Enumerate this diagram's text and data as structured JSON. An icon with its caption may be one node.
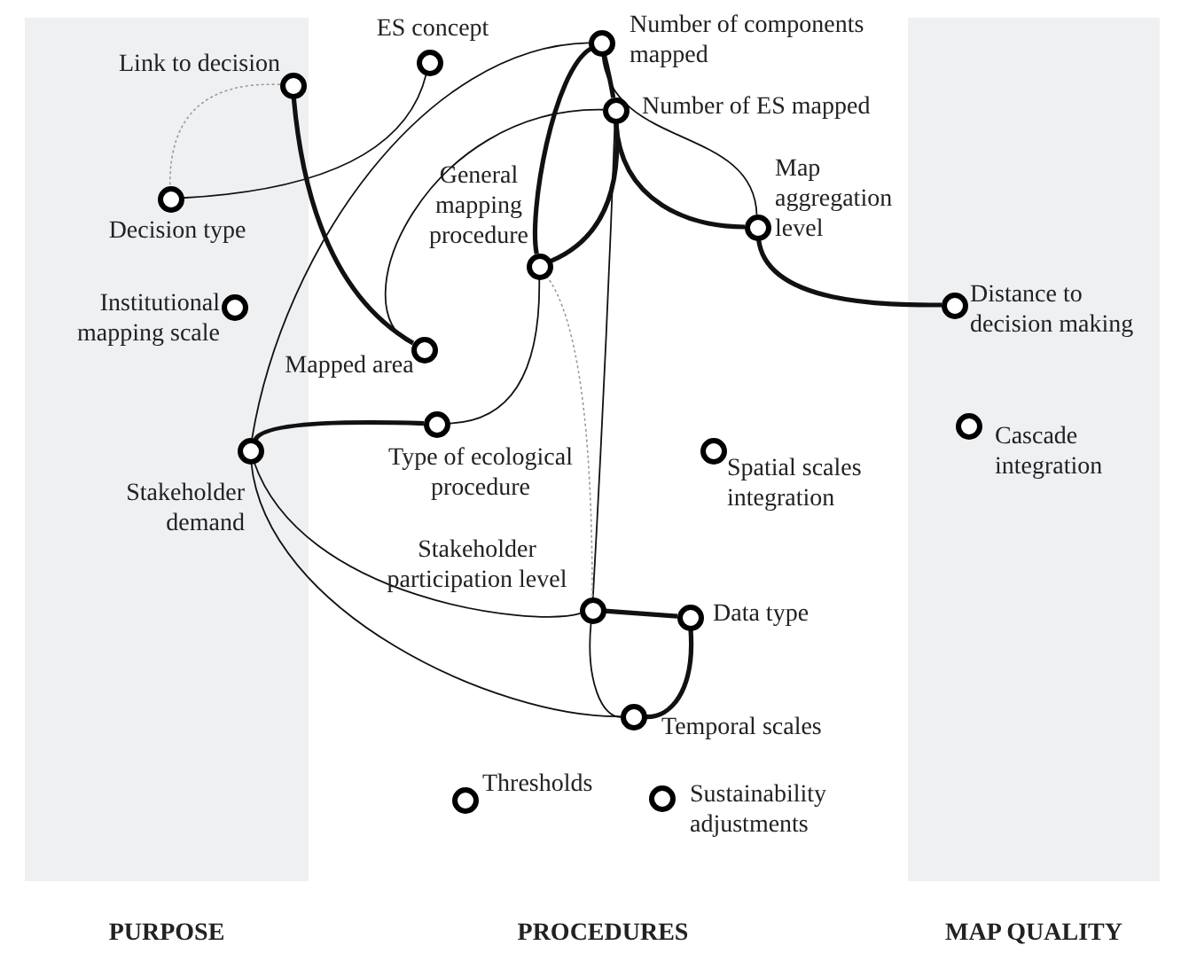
{
  "diagram": {
    "nodes": [
      {
        "text": [
          "PURPOSE"
        ]
      },
      {
        "text": [
          "Link to decision"
        ],
        "in": 0
      },
      {
        "text": [
          "Decision type"
        ],
        "in": 0
      },
      {
        "text": [
          "Institutional mapping scale"
        ],
        "in": 0
      },
      {
        "text": [
          "Stakeholder demand"
        ],
        "in": 0
      },
      {
        "text": [
          "ES concept"
        ]
      },
      {
        "text": [
          "Number of components mapped"
        ]
      },
      {
        "text": [
          "Number of ES mapped"
        ]
      },
      {
        "text": [
          "General mapping procedure"
        ]
      },
      {
        "text": [
          "Mapped area"
        ]
      },
      {
        "text": [
          "Map aggregation level"
        ]
      },
      {
        "text": [
          "Type of ecological procedure"
        ]
      },
      {
        "text": [
          "Spatial scales integration"
        ]
      },
      {
        "text": [
          "Stakeholder participation level"
        ]
      },
      {
        "text": [
          "Data type"
        ]
      },
      {
        "text": [
          "Temporal scales"
        ]
      },
      {
        "text": [
          "Thresholds"
        ]
      },
      {
        "text": [
          "Sustainability adjustments"
        ]
      },
      {
        "text": [
          "MAP QUALITY"
        ]
      },
      {
        "text": [
          "Distance to decision making"
        ],
        "in": 18
      },
      {
        "text": [
          "Cascade integration"
        ],
        "in": 18
      }
    ],
    "edges": [
      {
        "from": 1,
        "to": 2,
        "arrow": "none",
        "style": "dashed",
        "color": "#9a9a9a"
      },
      {
        "from": 1,
        "to": 9,
        "arrow": "none",
        "style": "thick"
      },
      {
        "from": 5,
        "to": 2,
        "arrow": "none"
      },
      {
        "from": 6,
        "to": 4,
        "arrow": "none"
      },
      {
        "from": 6,
        "to": 8,
        "arrow": "none",
        "style": "thick"
      },
      {
        "from": 6,
        "to": 7,
        "arrow": "none",
        "style": "thick"
      },
      {
        "from": 6,
        "to": 10,
        "arrow": "none"
      },
      {
        "from": 7,
        "to": 9,
        "arrow": "none"
      },
      {
        "from": 7,
        "to": 8,
        "arrow": "none",
        "style": "thick"
      },
      {
        "from": 7,
        "to": 10,
        "arrow": "none",
        "style": "thick"
      },
      {
        "from": 7,
        "to": 13,
        "arrow": "none"
      },
      {
        "from": 10,
        "to": 19,
        "arrow": "none",
        "style": "thick"
      },
      {
        "from": 8,
        "to": 11,
        "arrow": "none"
      },
      {
        "from": 8,
        "to": 13,
        "arrow": "none",
        "style": "dashed",
        "color": "#9a9a9a"
      },
      {
        "from": 4,
        "to": 11,
        "arrow": "none",
        "style": "thick"
      },
      {
        "from": 4,
        "to": 13,
        "arrow": "none"
      },
      {
        "from": 4,
        "to": 15,
        "arrow": "none"
      },
      {
        "from": 13,
        "to": 14,
        "arrow": "none",
        "style": "thick"
      },
      {
        "from": 13,
        "to": 15,
        "arrow": "none"
      },
      {
        "from": 14,
        "to": 15,
        "arrow": "none",
        "style": "thick"
      }
    ],
    "labels": [
      "PROCEDURES"
    ]
  }
}
